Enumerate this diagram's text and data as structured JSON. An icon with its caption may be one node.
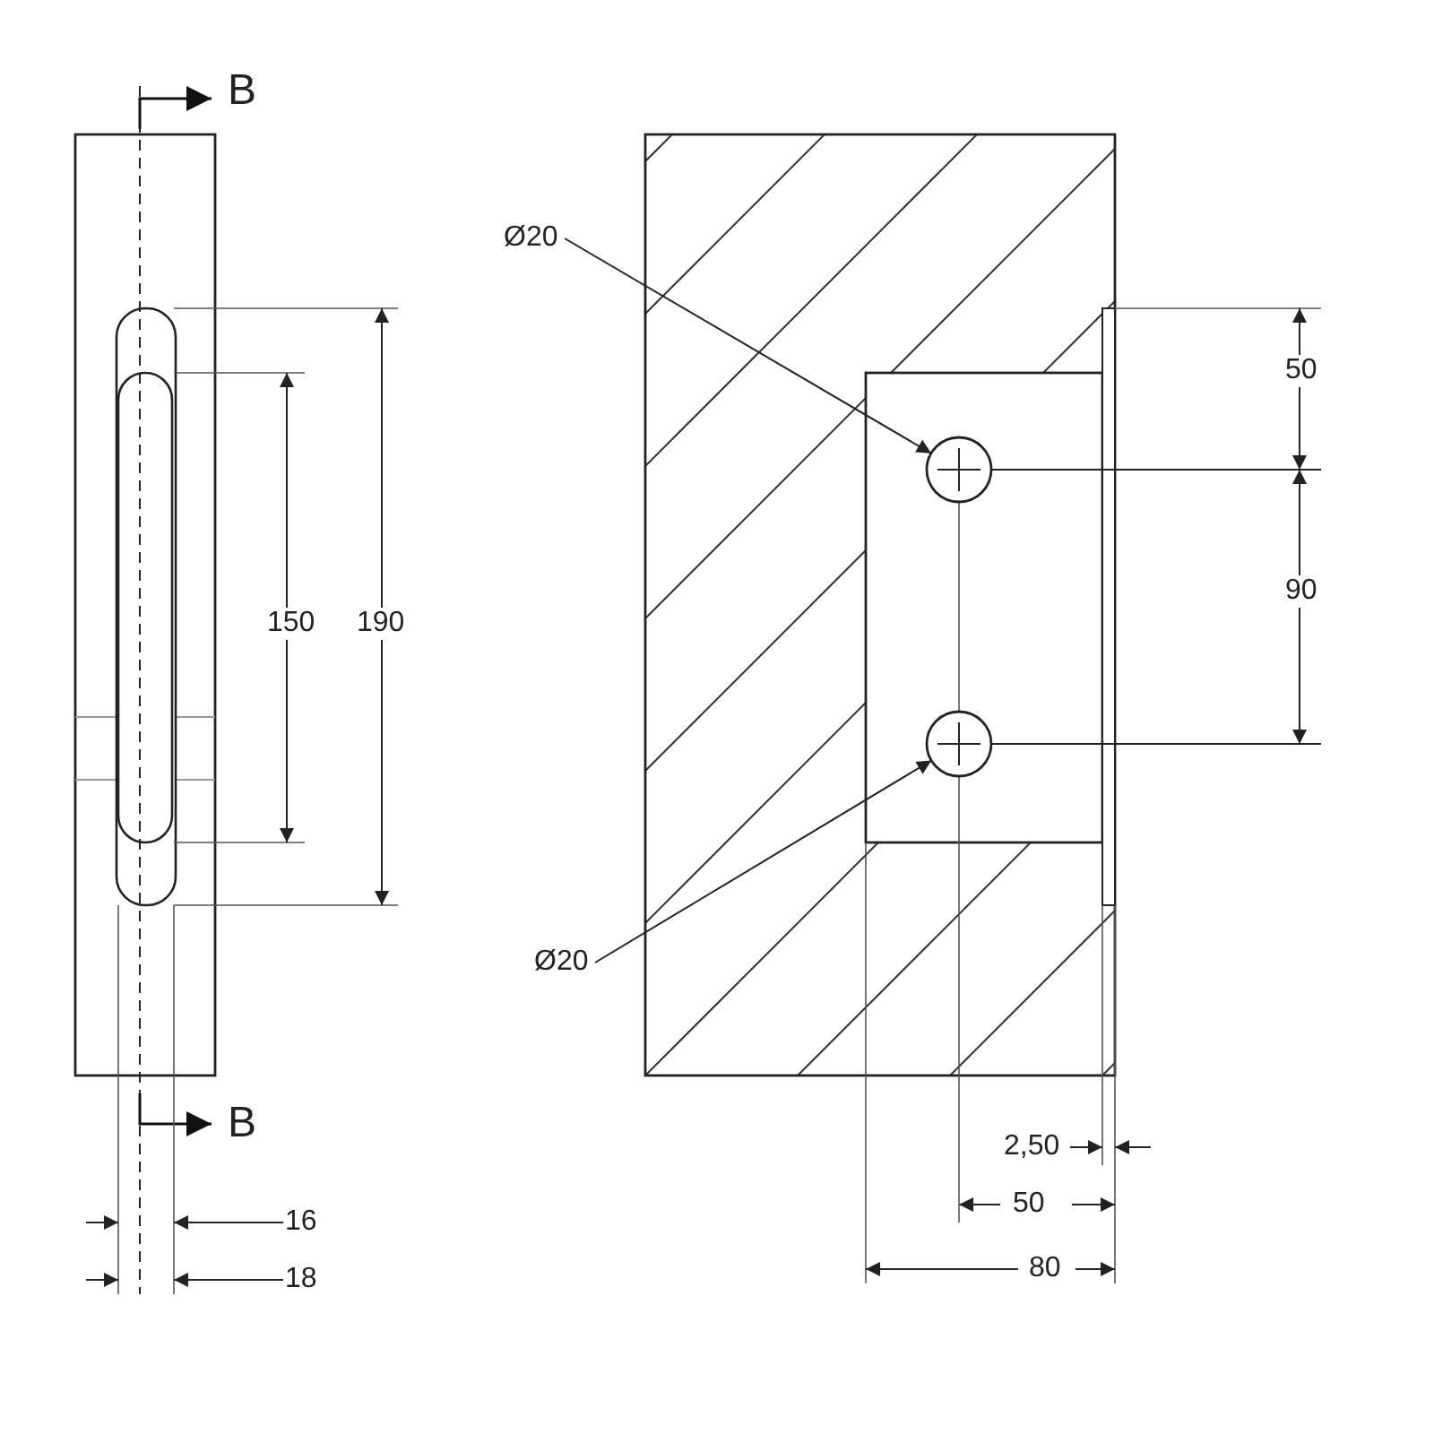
{
  "diagram": {
    "nodes": [
      {
        "text": [
          "Ø20"
        ]
      },
      {
        "text": [],
        "shape": "circle"
      },
      {
        "text": [],
        "shape": "circle"
      },
      {
        "text": [
          "Ø20"
        ]
      }
    ],
    "edges": [
      {
        "from": 0,
        "to": 1,
        "arrow": "to"
      },
      {
        "from": 3,
        "to": 2,
        "arrow": "to"
      }
    ],
    "labels": [
      "B",
      "50",
      "150",
      "190",
      "90",
      "B",
      "2,50",
      "50",
      "16",
      "18",
      "80"
    ]
  }
}
